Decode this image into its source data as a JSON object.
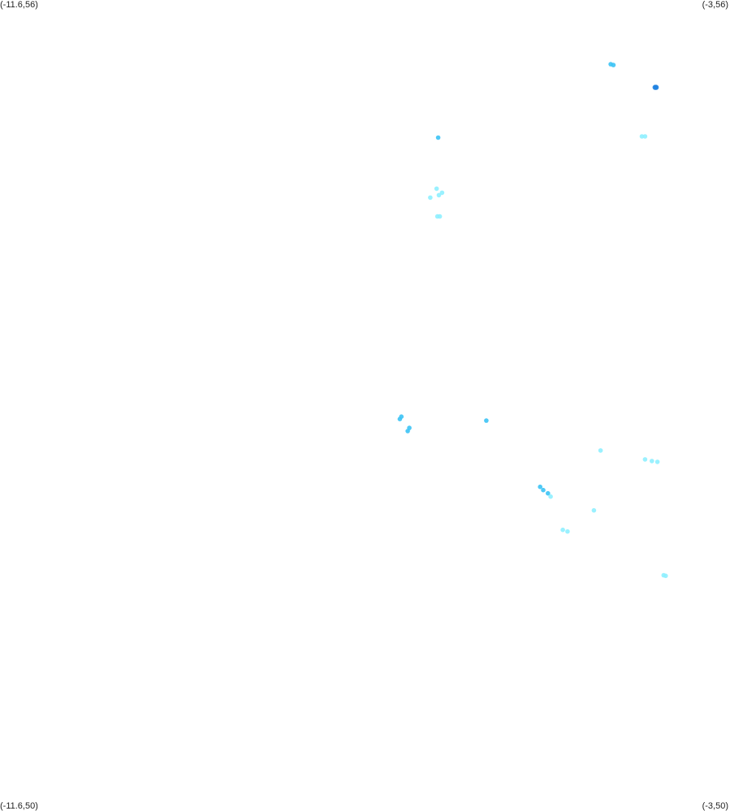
{
  "corners": {
    "top_left": "(-11.6,56)",
    "top_right": "(-3,56)",
    "bottom_left": "(-11.6,50)",
    "bottom_right": "(-3,50)"
  },
  "bounds": {
    "lon_min": -11.6,
    "lon_max": -3,
    "lat_min": 50,
    "lat_max": 56
  },
  "colors": {
    "background": "#ffffff",
    "light": "#8ff0ff",
    "medium": "#3cc3f5",
    "dark": "#1f82e0"
  },
  "chart_data": {
    "type": "scatter",
    "title": "",
    "xlabel": "",
    "ylabel": "",
    "xlim": [
      -11.6,
      -3
    ],
    "ylim": [
      50,
      56
    ],
    "grid": false,
    "points": [
      {
        "lon": -4.405,
        "lat": 55.525,
        "level": "medium"
      },
      {
        "lon": -4.374,
        "lat": 55.519,
        "level": "medium"
      },
      {
        "lon": -3.882,
        "lat": 55.354,
        "level": "dark"
      },
      {
        "lon": -3.87,
        "lat": 55.354,
        "level": "dark"
      },
      {
        "lon": -6.438,
        "lat": 54.982,
        "level": "medium"
      },
      {
        "lon": -4.038,
        "lat": 54.991,
        "level": "light"
      },
      {
        "lon": -4.001,
        "lat": 54.991,
        "level": "light"
      },
      {
        "lon": -6.456,
        "lat": 54.604,
        "level": "light"
      },
      {
        "lon": -6.392,
        "lat": 54.574,
        "level": "light"
      },
      {
        "lon": -6.429,
        "lat": 54.556,
        "level": "light"
      },
      {
        "lon": -6.531,
        "lat": 54.538,
        "level": "light"
      },
      {
        "lon": -6.447,
        "lat": 54.399,
        "level": "light"
      },
      {
        "lon": -6.419,
        "lat": 54.399,
        "level": "light"
      },
      {
        "lon": -6.89,
        "lat": 52.9,
        "level": "medium"
      },
      {
        "lon": -6.871,
        "lat": 52.918,
        "level": "medium"
      },
      {
        "lon": -6.778,
        "lat": 52.834,
        "level": "medium"
      },
      {
        "lon": -6.797,
        "lat": 52.811,
        "level": "medium"
      },
      {
        "lon": -5.871,
        "lat": 52.888,
        "level": "medium"
      },
      {
        "lon": -4.525,
        "lat": 52.667,
        "level": "light"
      },
      {
        "lon": -4.001,
        "lat": 52.601,
        "level": "light"
      },
      {
        "lon": -3.92,
        "lat": 52.589,
        "level": "light"
      },
      {
        "lon": -3.855,
        "lat": 52.583,
        "level": "light"
      },
      {
        "lon": -5.237,
        "lat": 52.398,
        "level": "medium"
      },
      {
        "lon": -5.2,
        "lat": 52.374,
        "level": "medium"
      },
      {
        "lon": -5.145,
        "lat": 52.35,
        "level": "medium"
      },
      {
        "lon": -5.113,
        "lat": 52.326,
        "level": "light"
      },
      {
        "lon": -4.603,
        "lat": 52.224,
        "level": "light"
      },
      {
        "lon": -4.97,
        "lat": 52.08,
        "level": "light"
      },
      {
        "lon": -4.914,
        "lat": 52.068,
        "level": "light"
      },
      {
        "lon": -3.782,
        "lat": 51.744,
        "level": "light"
      },
      {
        "lon": -3.758,
        "lat": 51.74,
        "level": "light"
      }
    ]
  }
}
